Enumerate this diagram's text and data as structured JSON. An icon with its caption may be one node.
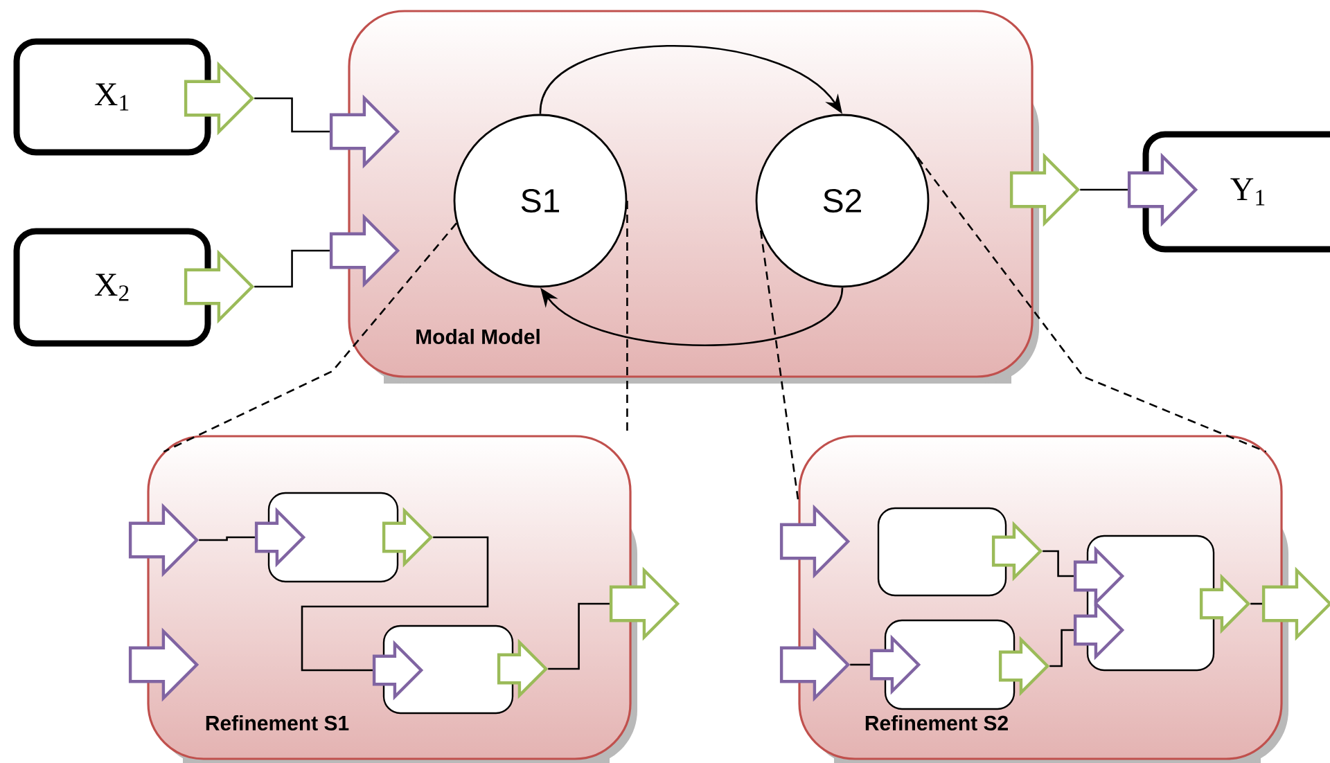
{
  "diagram": {
    "nodes": [
      {
        "text": [
          "X$_{1}$"
        ]
      },
      {
        "text": [],
        "shape": "arrow"
      },
      {
        "text": [
          "X$_{2}$"
        ]
      },
      {
        "text": [],
        "shape": "arrow"
      },
      {
        "text": [
          "Modal Model"
        ]
      },
      {
        "text": [],
        "shape": "arrow"
      },
      {
        "text": [],
        "shape": "arrow"
      },
      {
        "text": [
          "S1"
        ],
        "in": 4
      },
      {
        "text": [
          "S2"
        ],
        "in": 4
      },
      {
        "text": [],
        "shape": "arrow"
      },
      {
        "text": [],
        "shape": "arrow"
      },
      {
        "text": [
          "Y$_{1}$"
        ]
      },
      {
        "text": [
          "Refinement S1"
        ]
      },
      {
        "text": [],
        "shape": "arrow"
      },
      {
        "text": [],
        "shape": "arrow"
      },
      {
        "text": [],
        "shape": "box",
        "in": 12
      },
      {
        "text": [],
        "shape": "arrow",
        "in": 12
      },
      {
        "text": [],
        "shape": "arrow",
        "in": 12
      },
      {
        "text": [],
        "shape": "box",
        "in": 12
      },
      {
        "text": [],
        "shape": "arrow",
        "in": 12
      },
      {
        "text": [],
        "shape": "arrow",
        "in": 12
      },
      {
        "text": [],
        "shape": "arrow"
      },
      {
        "text": [
          "Refinement S2"
        ]
      },
      {
        "text": [],
        "shape": "arrow"
      },
      {
        "text": [],
        "shape": "arrow"
      },
      {
        "text": [],
        "shape": "box",
        "in": 22
      },
      {
        "text": [],
        "shape": "arrow",
        "in": 22
      },
      {
        "text": [],
        "shape": "box",
        "in": 22
      },
      {
        "text": [],
        "shape": "arrow",
        "in": 22
      },
      {
        "text": [],
        "shape": "arrow",
        "in": 22
      },
      {
        "text": [],
        "shape": "box",
        "in": 22
      },
      {
        "text": [],
        "shape": "arrow",
        "in": 22
      },
      {
        "text": [],
        "shape": "arrow",
        "in": 22
      },
      {
        "text": [],
        "shape": "arrow",
        "in": 22
      },
      {
        "text": [],
        "shape": "arrow"
      }
    ],
    "edges": [
      {
        "from": 1,
        "to": 5,
        "arrow": "none"
      },
      {
        "from": 3,
        "to": 6,
        "arrow": "none"
      },
      {
        "from": 7,
        "to": 8,
        "arrow": "to"
      },
      {
        "from": 8,
        "to": 7,
        "arrow": "to"
      },
      {
        "from": 9,
        "to": 10,
        "arrow": "none"
      },
      {
        "from": 7,
        "to": 12,
        "arrow": "none",
        "style": "dashed"
      },
      {
        "from": 7,
        "to": 12,
        "arrow": "none",
        "style": "dashed"
      },
      {
        "from": 8,
        "to": 22,
        "arrow": "none",
        "style": "dashed"
      },
      {
        "from": 8,
        "to": 22,
        "arrow": "none",
        "style": "dashed"
      },
      {
        "from": 13,
        "to": 16,
        "arrow": "none"
      },
      {
        "from": 17,
        "to": 19,
        "arrow": "none"
      },
      {
        "from": 20,
        "to": 21,
        "arrow": "none"
      },
      {
        "from": 24,
        "to": 28,
        "arrow": "none"
      },
      {
        "from": 26,
        "to": 31,
        "arrow": "none"
      },
      {
        "from": 29,
        "to": 32,
        "arrow": "none"
      },
      {
        "from": 33,
        "to": 34,
        "arrow": "none"
      }
    ]
  }
}
